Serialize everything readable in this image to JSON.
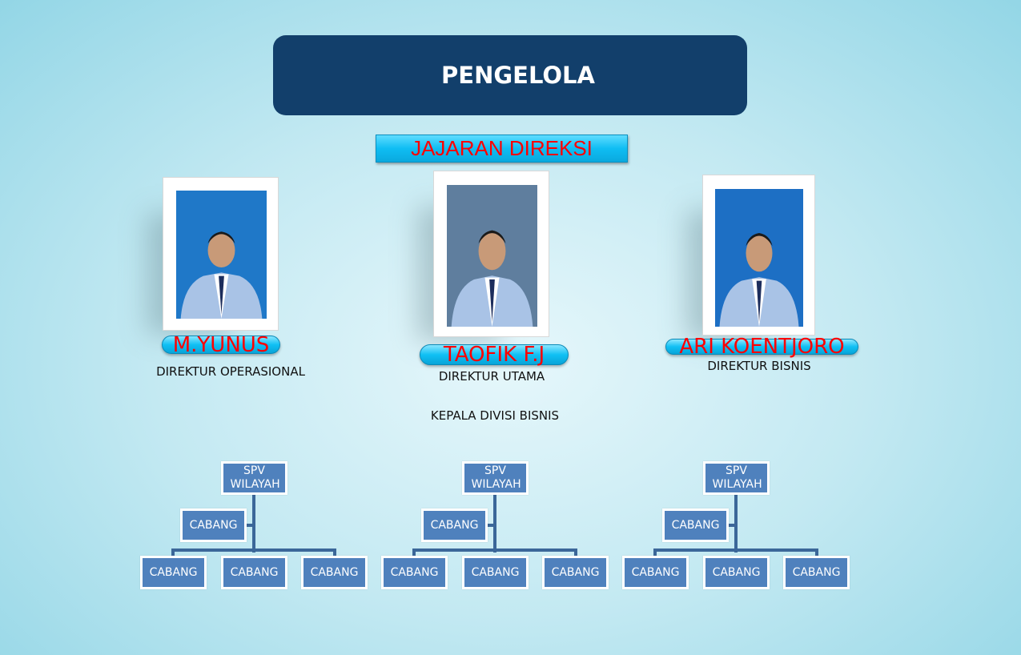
{
  "header": {
    "title": "PENGELOLA",
    "subtitle": "JAJARAN DIREKSI"
  },
  "directors": [
    {
      "name": "M.YUNUS",
      "role": "DIREKTUR OPERASIONAL",
      "photo_bg": "#1f78c8"
    },
    {
      "name": "TAOFIK F.J",
      "role": "DIREKTUR UTAMA",
      "photo_bg": "#5f7e9e"
    },
    {
      "name": "ARI KOENTJORO",
      "role": "DIREKTUR BISNIS",
      "photo_bg": "#1d6fc4"
    }
  ],
  "division": "KEPALA DIVISI BISNIS",
  "tree": {
    "supervisor": "SPV WILAYAH",
    "branch": "CABANG"
  },
  "colors": {
    "title_bg": "#123f6b",
    "accent": "#10c0f4",
    "name_text": "#ff0000",
    "box": "#4f81bd",
    "line": "#3b6799"
  }
}
